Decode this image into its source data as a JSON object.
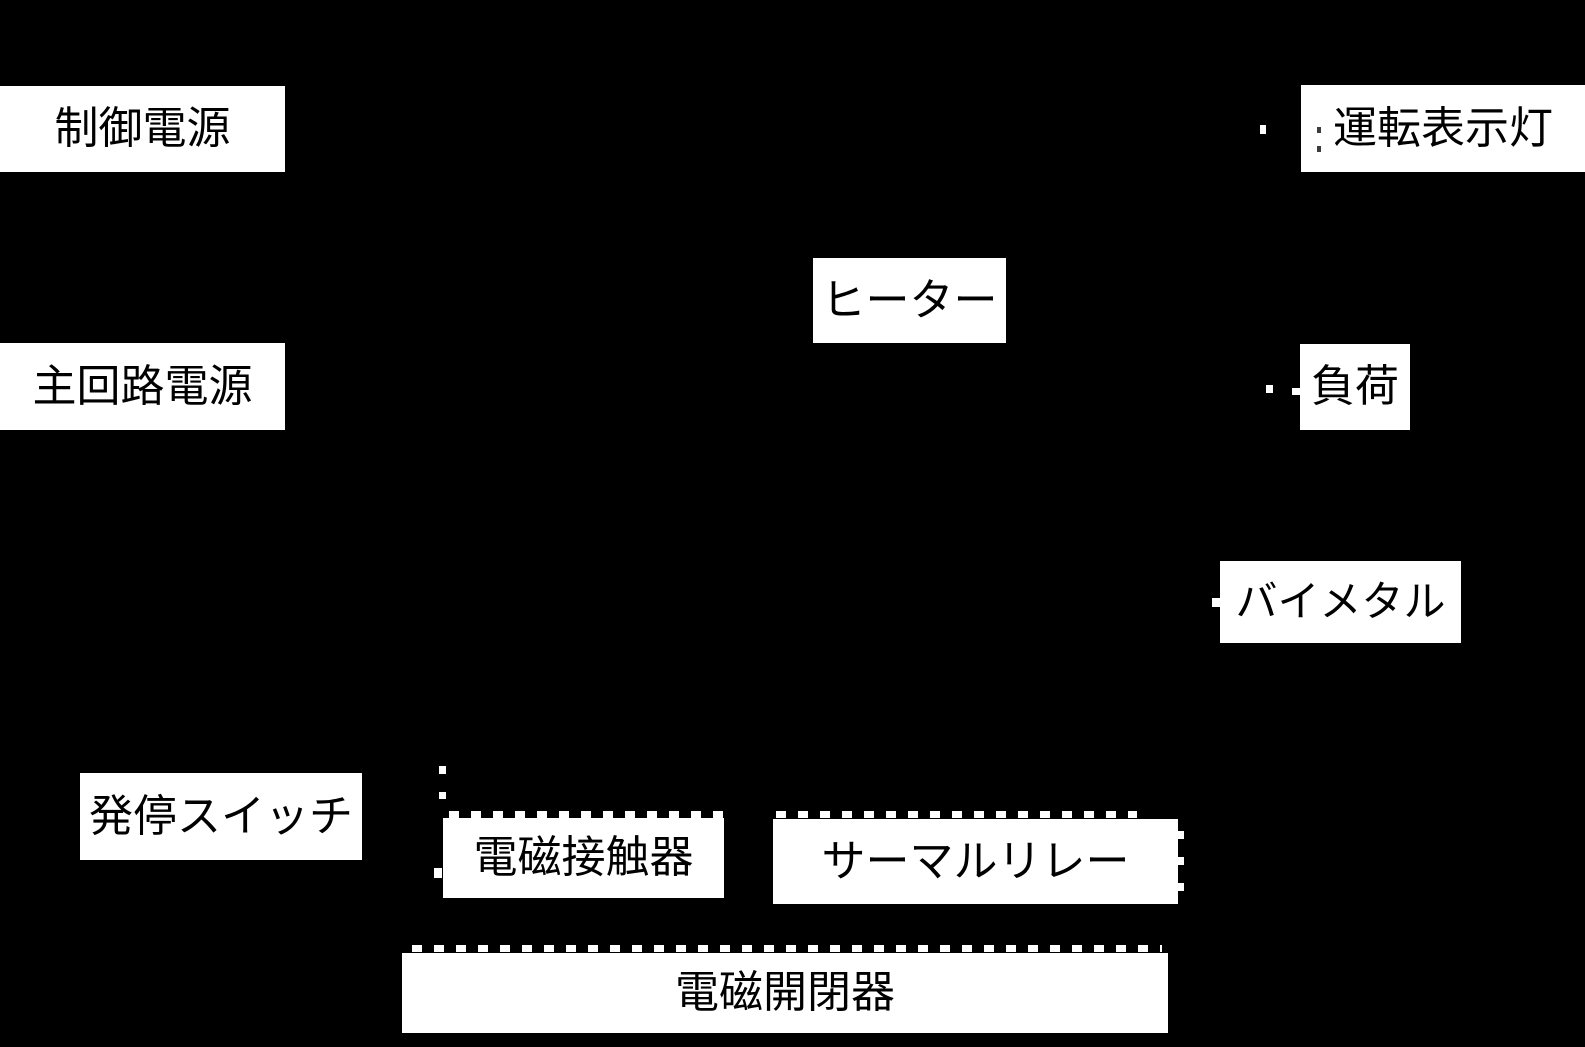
{
  "diagram": {
    "title": "magnetic-switch-circuit-diagram",
    "colors": {
      "background": "#000000",
      "label_fill": "#ffffff",
      "label_text": "#000000"
    },
    "labels": [
      {
        "id": "control-power",
        "text": "制御電源"
      },
      {
        "id": "run-indicator-lamp",
        "text": "運転表示灯"
      },
      {
        "id": "heater",
        "text": "ヒーター"
      },
      {
        "id": "main-circuit-power",
        "text": "主回路電源"
      },
      {
        "id": "load",
        "text": "負荷"
      },
      {
        "id": "bimetal",
        "text": "バイメタル"
      },
      {
        "id": "start-stop-switch",
        "text": "発停スイッチ"
      },
      {
        "id": "magnetic-contactor",
        "text": "電磁接触器"
      },
      {
        "id": "thermal-relay",
        "text": "サーマルリレー"
      },
      {
        "id": "magnetic-switch",
        "text": "電磁開閉器"
      }
    ]
  }
}
